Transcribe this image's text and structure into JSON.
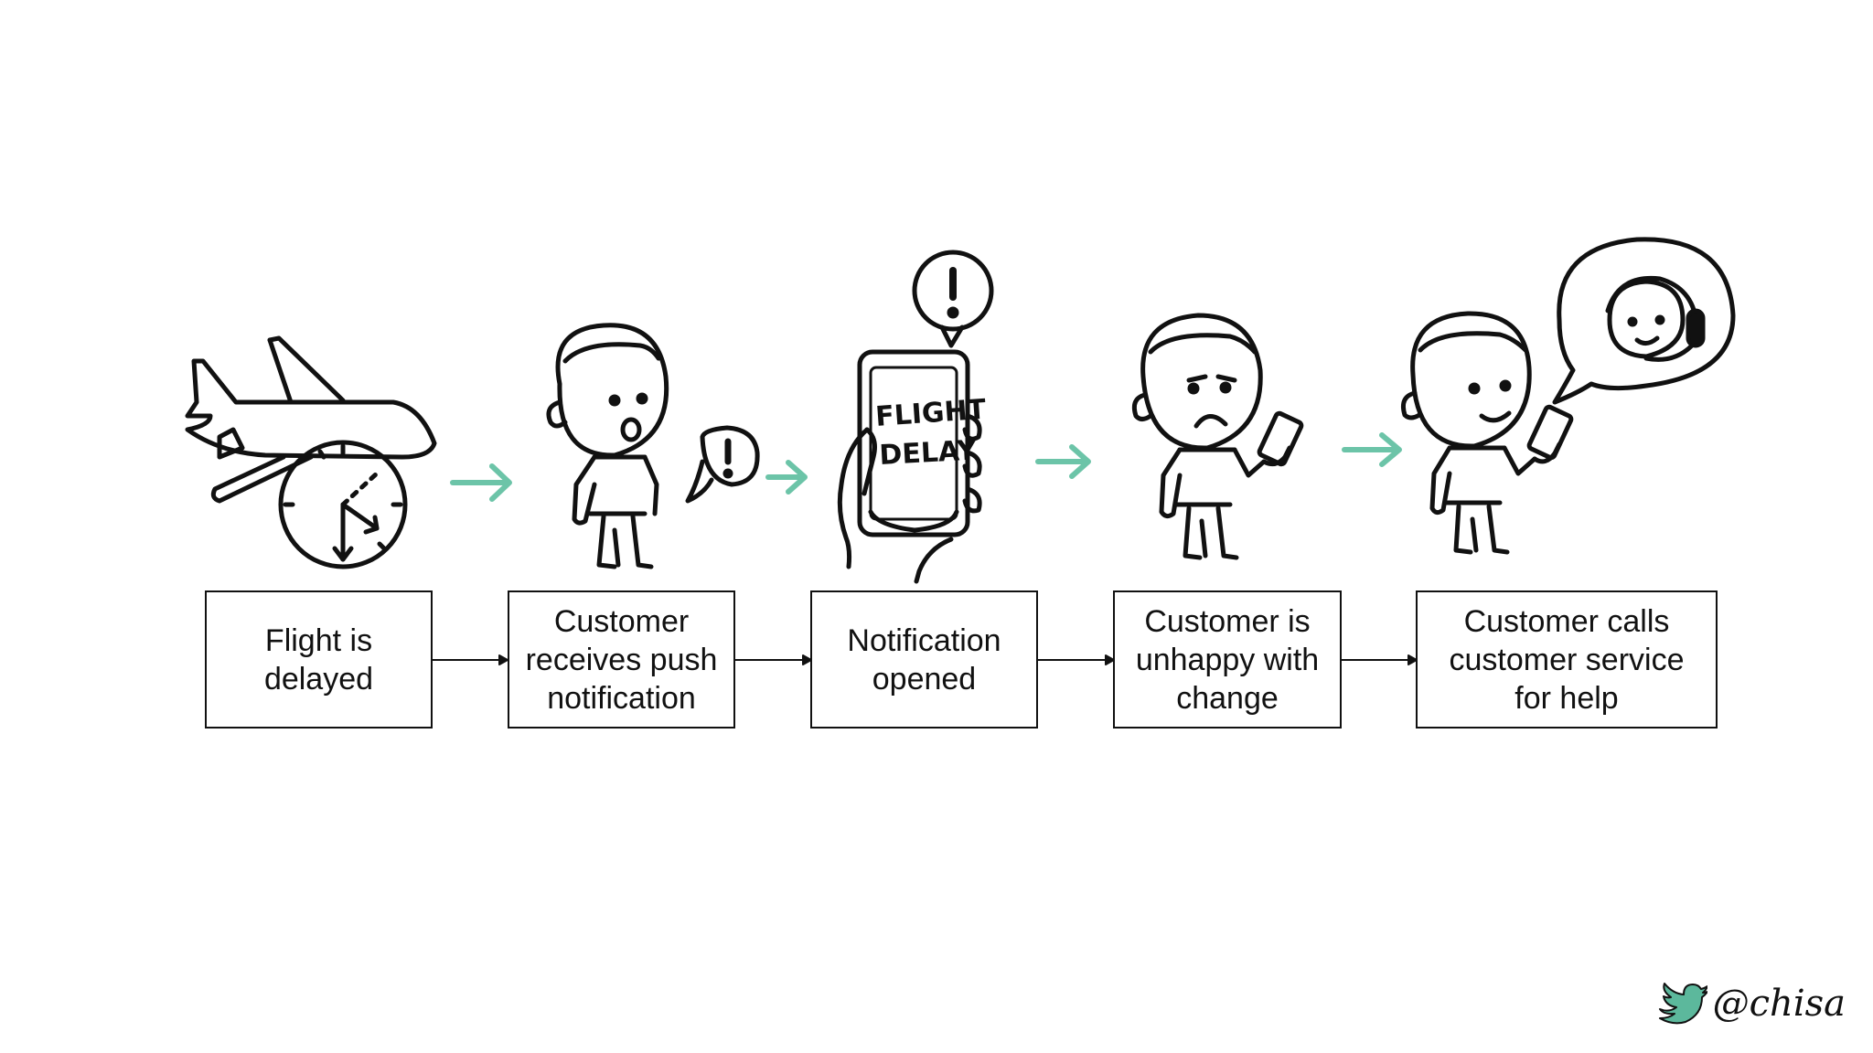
{
  "steps": [
    {
      "label": "Flight is\ndelayed"
    },
    {
      "label": "Customer\nreceives push\nnotification"
    },
    {
      "label": "Notification\nopened"
    },
    {
      "label": "Customer is\nunhappy with\nchange"
    },
    {
      "label": "Customer calls\ncustomer service\nfor help"
    }
  ],
  "phone_screen": {
    "line1": "FLIGHT",
    "line2": "DELAY"
  },
  "credit": {
    "handle": "@chisa",
    "icon": "twitter-bird-icon"
  },
  "colors": {
    "accent_arrow": "#6cc4a8",
    "ink": "#111111",
    "bird": "#5cb89c"
  }
}
